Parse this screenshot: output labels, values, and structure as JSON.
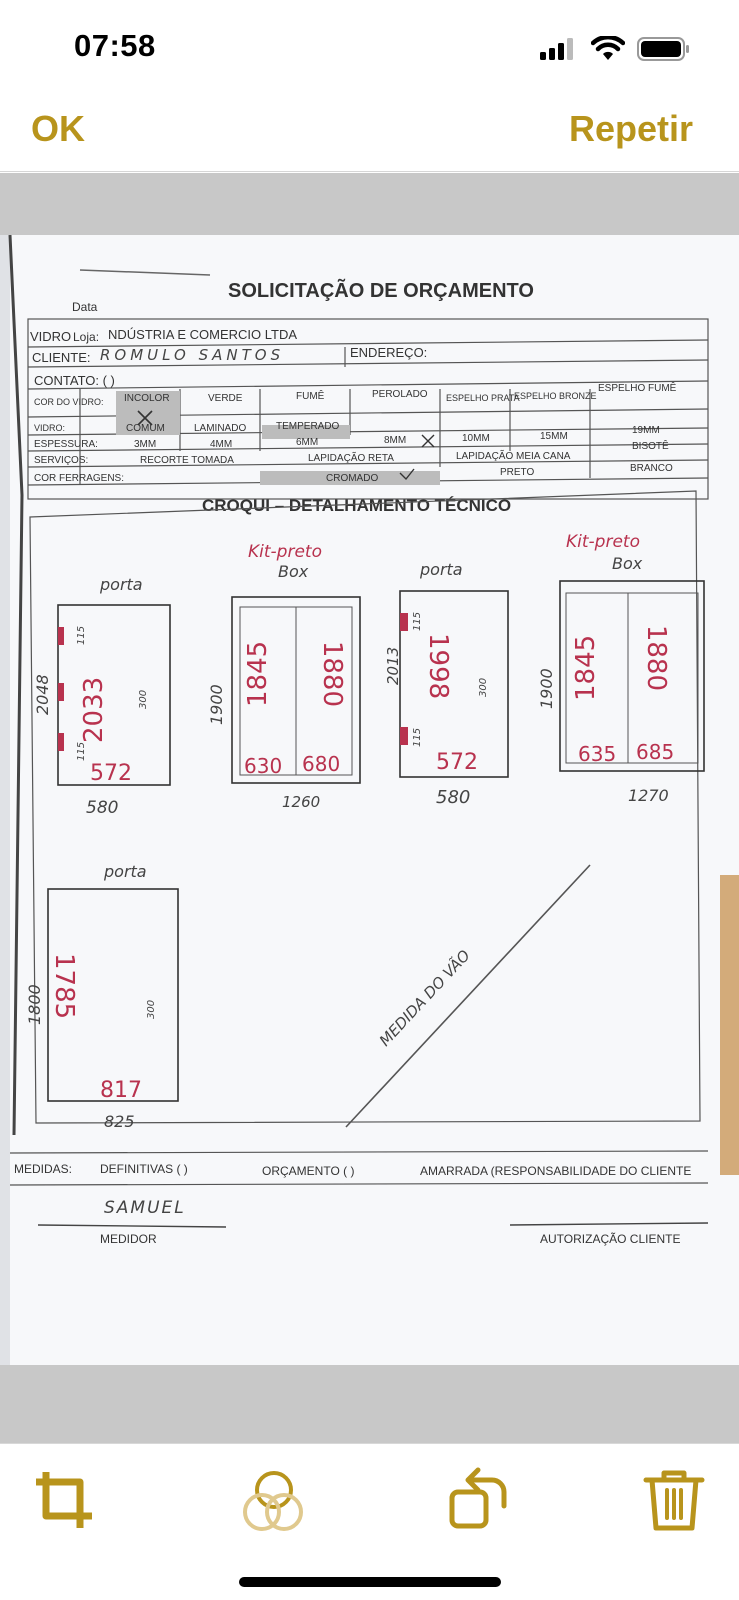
{
  "status": {
    "time": "07:58"
  },
  "nav": {
    "ok_label": "OK",
    "retake_label": "Repetir"
  },
  "colors": {
    "accent": "#b8941c",
    "sketch_red": "#b8324e"
  },
  "document": {
    "title": "SOLICITAÇÃO DE ORÇAMENTO",
    "data_label": "Data",
    "loja_label": "Loja:",
    "vidro_label": "VIDRO",
    "company": "NDÚSTRIA E COMERCIO LTDA",
    "cliente_label": "CLIENTE:",
    "cliente_value": "ROMULO SANTOS",
    "endereco_label": "ENDEREÇO:",
    "contato_label": "CONTATO: (    )",
    "cor_do_vidro_label": "COR DO VIDRO:",
    "vidro_type_label": "VIDRO:",
    "espessura_label": "ESPESSURA:",
    "servicos_label": "SERVIÇOS:",
    "cor_ferragens_label": "COR FERRAGENS:",
    "colors": [
      "INCOLOR",
      "VERDE",
      "FUMÊ",
      "PEROLADO",
      "ESPELHO PRATA",
      "ESPELHO BRONZE",
      "ESPELHO FUMÊ"
    ],
    "types": [
      "COMUM",
      "LAMINADO",
      "TEMPERADO"
    ],
    "thickness": [
      "3MM",
      "4MM",
      "6MM",
      "8MM",
      "10MM",
      "15MM",
      "19MM"
    ],
    "services": [
      "RECORTE TOMADA",
      "LAPIDAÇÃO RETA",
      "LAPIDAÇÃO MEIA CANA",
      "BISOTÊ"
    ],
    "hardware": [
      "CROMADO",
      "PRETO",
      "BRANCO"
    ],
    "croqui_title": "CROQUI – DETALHAMENTO TÉCNICO",
    "sketches": {
      "s1": {
        "label": "porta",
        "height": "2048",
        "inner": "2033",
        "small_a": "115",
        "small_b": "115",
        "mid": "300",
        "bottom_inner": "572",
        "bottom": "580"
      },
      "s2": {
        "label_top": "Kit-preto",
        "label": "Box",
        "height": "1900",
        "left_val": "1845",
        "right_val": "1880",
        "left_w": "630",
        "right_w": "680",
        "bottom": "1260"
      },
      "s3": {
        "label": "porta",
        "height": "2013",
        "inner": "1998",
        "small_a": "115",
        "small_b": "115",
        "mid": "300",
        "bottom_inner": "572",
        "bottom": "580"
      },
      "s4": {
        "label_top": "Kit-preto",
        "label": "Box",
        "height": "1900",
        "left_val": "1845",
        "right_val": "1880",
        "left_w": "635",
        "right_w": "685",
        "bottom": "1270"
      },
      "s5": {
        "label": "porta",
        "height": "1800",
        "inner": "1785",
        "mid": "300",
        "bottom_inner": "817",
        "bottom": "825"
      }
    },
    "medida_note": "MEDIDA DO VÃO",
    "medidas_label": "MEDIDAS:",
    "definitivas": "DEFINITIVAS (   )",
    "orcamento": "ORÇAMENTO (   )",
    "amarrada": "AMARRADA (RESPONSABILIDADE DO CLIENTE",
    "medidor_name": "SAMUEL",
    "medidor_label": "MEDIDOR",
    "autorizacao_label": "AUTORIZAÇÃO CLIENTE"
  }
}
